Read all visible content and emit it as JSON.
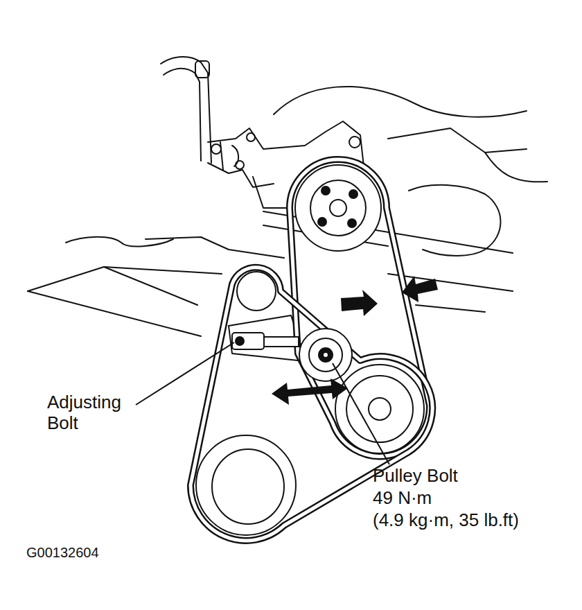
{
  "diagram": {
    "labels": [
      "Adjusting Bolt",
      "Pulley Bolt",
      "49 N·m",
      "(4.9 kg·m, 35 lb.ft)",
      "G00132604"
    ]
  }
}
